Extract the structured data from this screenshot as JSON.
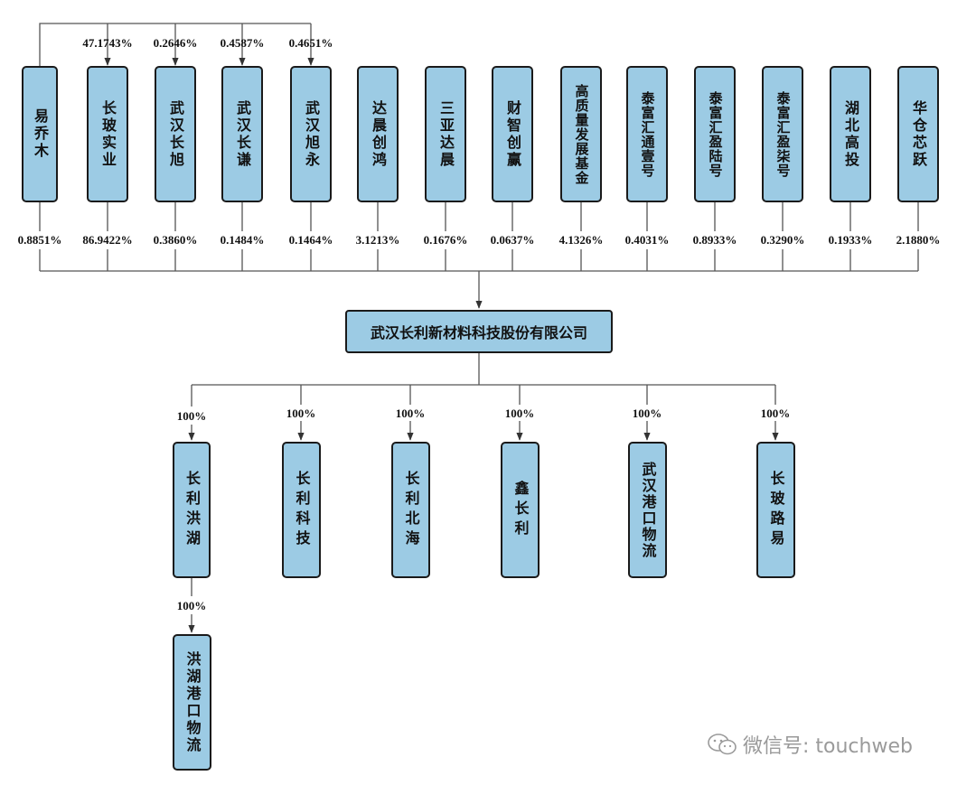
{
  "shareholders": [
    {
      "name": "易乔木",
      "pct": "0.8851%"
    },
    {
      "name": "长玻实业",
      "pct": "86.9422%"
    },
    {
      "name": "武汉长旭",
      "pct": "0.3860%"
    },
    {
      "name": "武汉长谦",
      "pct": "0.1484%"
    },
    {
      "name": "武汉旭永",
      "pct": "0.1464%"
    },
    {
      "name": "达晨创鸿",
      "pct": "3.1213%"
    },
    {
      "name": "三亚达晨",
      "pct": "0.1676%"
    },
    {
      "name": "财智创赢",
      "pct": "0.0637%"
    },
    {
      "name": "高质量发展基金",
      "pct": "4.1326%"
    },
    {
      "name": "泰富汇通壹号",
      "pct": "0.4031%"
    },
    {
      "name": "泰富汇盈陆号",
      "pct": "0.8933%"
    },
    {
      "name": "泰富汇盈柒号",
      "pct": "0.3290%"
    },
    {
      "name": "湖北高投",
      "pct": "0.1933%"
    },
    {
      "name": "华仓芯跃",
      "pct": "2.1880%"
    }
  ],
  "founder_links": [
    "47.1743%",
    "0.2646%",
    "0.4587%",
    "0.4651%"
  ],
  "company": "武汉长利新材料科技股份有限公司",
  "subsidiaries": [
    {
      "name": "长利洪湖",
      "pct": "100%"
    },
    {
      "name": "长利科技",
      "pct": "100%"
    },
    {
      "name": "长利北海",
      "pct": "100%"
    },
    {
      "name": "鑫长利",
      "pct": "100%"
    },
    {
      "name": "武汉港口物流",
      "pct": "100%"
    },
    {
      "name": "长玻路易",
      "pct": "100%"
    }
  ],
  "sub_subsidiary": {
    "name": "洪湖港口物流",
    "pct": "100%"
  },
  "watermark": "微信号: touchweb",
  "colors": {
    "box_fill": "#9ccbe4",
    "border": "#1a1a1a",
    "line": "#444444"
  }
}
